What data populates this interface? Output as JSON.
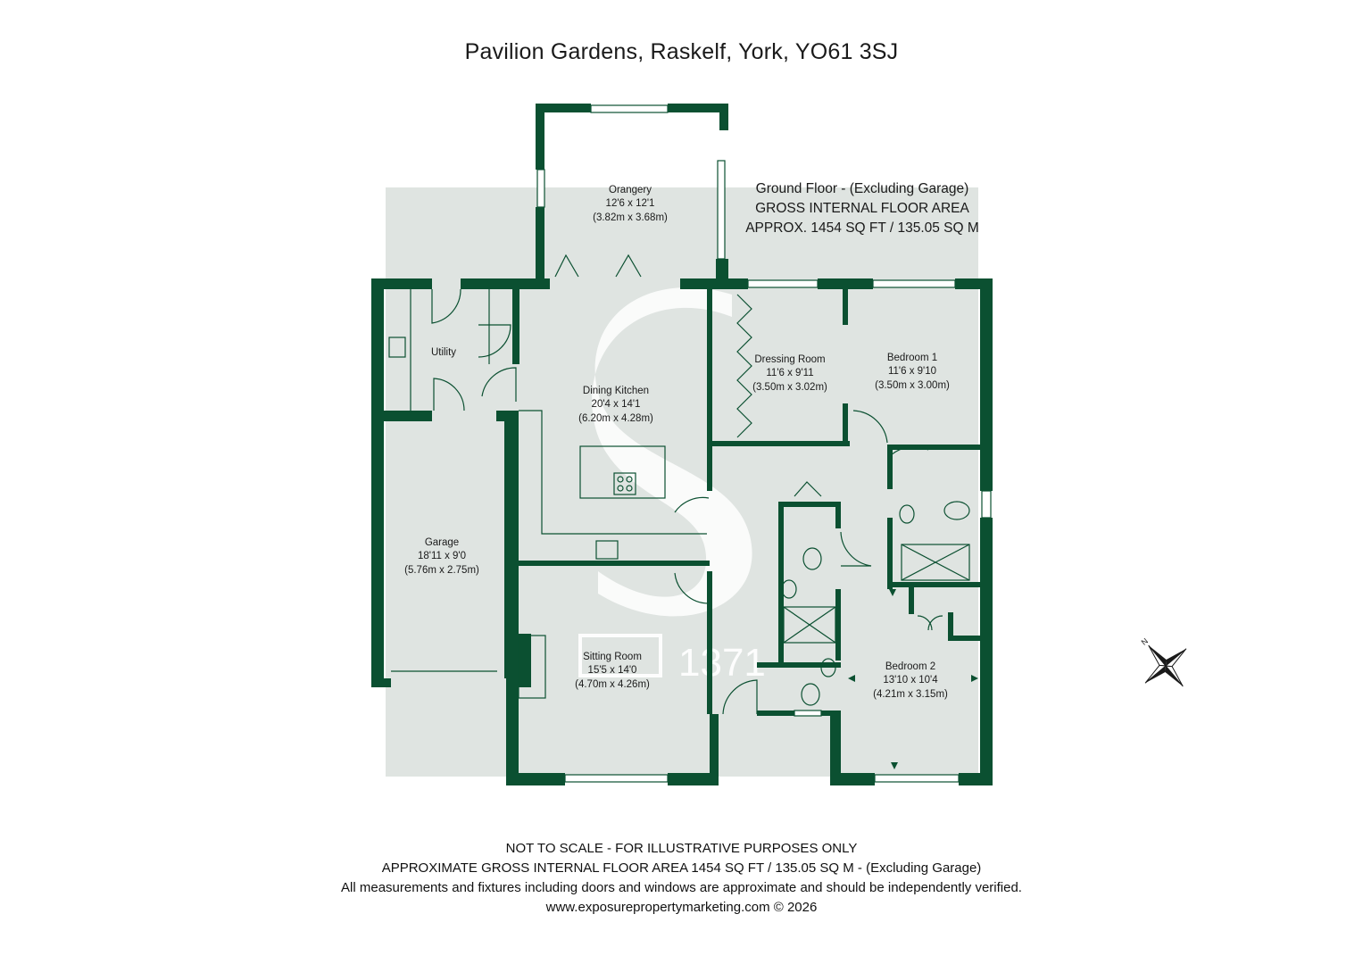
{
  "title": "Pavilion Gardens, Raskelf, York, YO61 3SJ",
  "area_note": {
    "line1": "Ground Floor - (Excluding Garage)",
    "line2": "GROSS INTERNAL FLOOR AREA",
    "line3": "APPROX. 1454 SQ FT / 135.05 SQ M"
  },
  "rooms": {
    "orangery": {
      "name": "Orangery",
      "imperial": "12'6 x 12'1",
      "metric": "(3.82m x 3.68m)"
    },
    "utility": {
      "name": "Utility"
    },
    "dining_kitchen": {
      "name": "Dining Kitchen",
      "imperial": "20'4 x 14'1",
      "metric": "(6.20m x 4.28m)"
    },
    "dressing_room": {
      "name": "Dressing Room",
      "imperial": "11'6 x 9'11",
      "metric": "(3.50m x 3.02m)"
    },
    "bedroom1": {
      "name": "Bedroom 1",
      "imperial": "11'6 x 9'10",
      "metric": "(3.50m x 3.00m)"
    },
    "garage": {
      "name": "Garage",
      "imperial": "18'11 x 9'0",
      "metric": "(5.76m x 2.75m)"
    },
    "sitting_room": {
      "name": "Sitting Room",
      "imperial": "15'5 x 14'0",
      "metric": "(4.70m x 4.26m)"
    },
    "bedroom2": {
      "name": "Bedroom 2",
      "imperial": "13'10 x 10'4",
      "metric": "(4.21m x 3.15m)"
    }
  },
  "watermark": {
    "number": "1371"
  },
  "compass": {
    "label": "N"
  },
  "footer": {
    "line1": "NOT TO SCALE - FOR ILLUSTRATIVE PURPOSES ONLY",
    "line2": "APPROXIMATE GROSS INTERNAL FLOOR AREA 1454 SQ FT / 135.05 SQ M - (Excluding Garage)",
    "line3": "All measurements and fixtures including doors and windows are approximate and should be independently verified.",
    "line4": "www.exposurepropertymarketing.com © 2026"
  },
  "colors": {
    "wall": "#0b5031",
    "floor_shade": "#dfe4e1",
    "watermark": "#ffffff"
  }
}
